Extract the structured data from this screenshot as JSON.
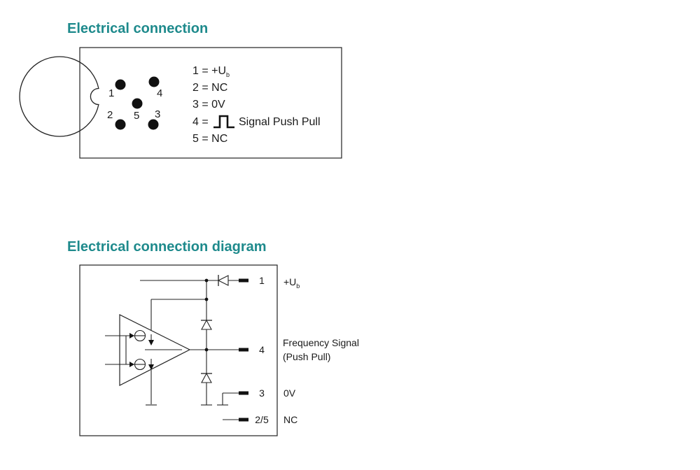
{
  "section_1": {
    "title": "Electrical connection",
    "connector_pins": [
      "1",
      "2",
      "3",
      "4",
      "5"
    ],
    "legend": [
      {
        "prefix": "1 = +U",
        "sub": "b"
      },
      {
        "prefix": "2 = NC"
      },
      {
        "prefix": "3 = 0V"
      },
      {
        "prefix": "4 =",
        "suffix": "Signal Push Pull",
        "icon": "square-pulse-icon"
      },
      {
        "prefix": "5 = NC"
      }
    ]
  },
  "section_2": {
    "title": "Electrical connection diagram",
    "terminals": [
      {
        "number": "1",
        "label": "+U",
        "label_sub": "b"
      },
      {
        "number": "4",
        "label_line1": "Frequency Signal",
        "label_line2": "(Push Pull)"
      },
      {
        "number": "3",
        "label": "0V"
      },
      {
        "number": "2/5",
        "label": "NC"
      }
    ]
  }
}
